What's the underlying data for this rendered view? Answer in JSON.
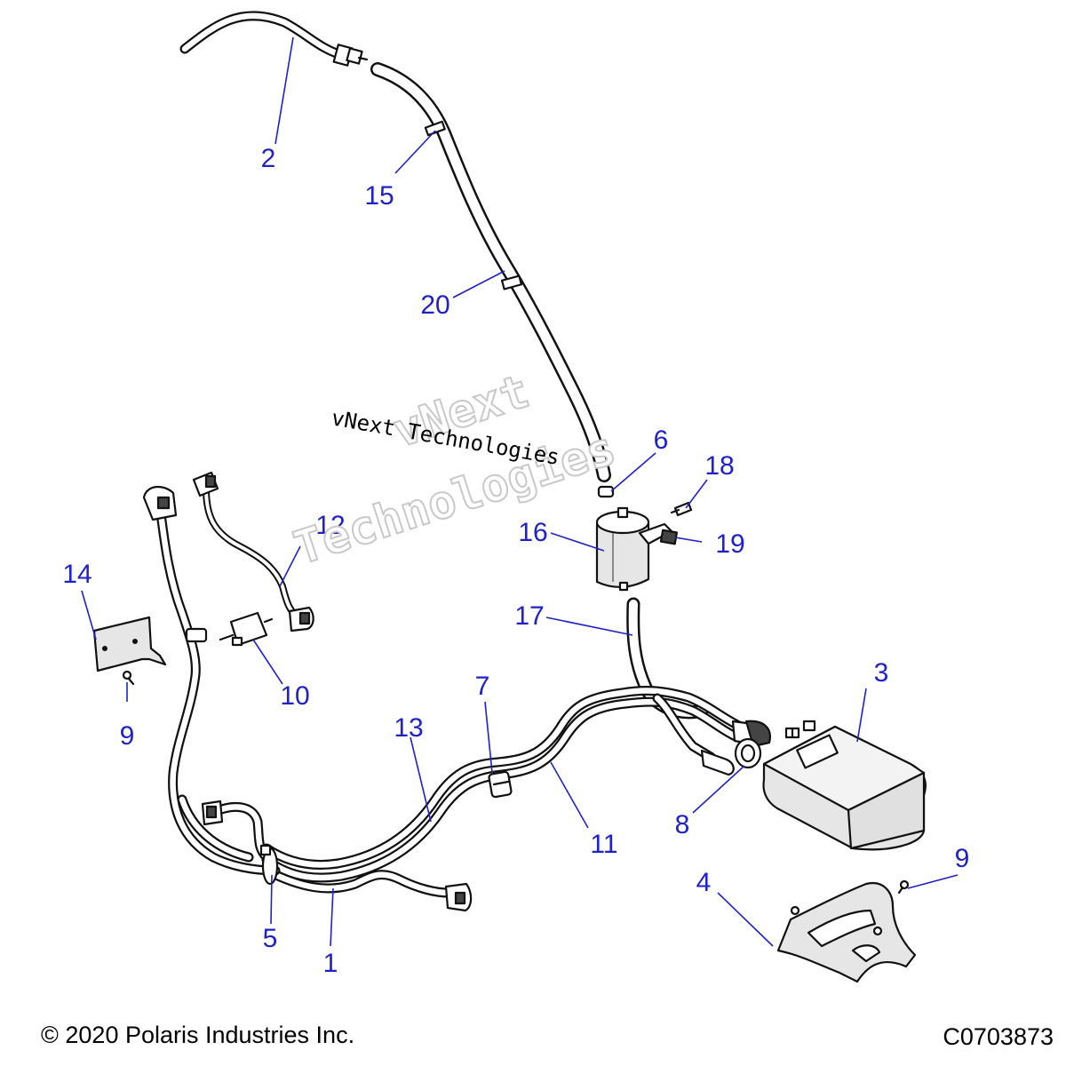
{
  "watermark": {
    "line1": "vNext Technologies",
    "ghost_line1": "vNext",
    "ghost_line2": "Technologies"
  },
  "callouts": [
    {
      "id": "1",
      "label": "1"
    },
    {
      "id": "2",
      "label": "2"
    },
    {
      "id": "3",
      "label": "3"
    },
    {
      "id": "4",
      "label": "4"
    },
    {
      "id": "5",
      "label": "5"
    },
    {
      "id": "6",
      "label": "6"
    },
    {
      "id": "7",
      "label": "7"
    },
    {
      "id": "8",
      "label": "8"
    },
    {
      "id": "9a",
      "label": "9"
    },
    {
      "id": "9b",
      "label": "9"
    },
    {
      "id": "10",
      "label": "10"
    },
    {
      "id": "11",
      "label": "11"
    },
    {
      "id": "12",
      "label": "12"
    },
    {
      "id": "13",
      "label": "13"
    },
    {
      "id": "14",
      "label": "14"
    },
    {
      "id": "15",
      "label": "15"
    },
    {
      "id": "16",
      "label": "16"
    },
    {
      "id": "17",
      "label": "17"
    },
    {
      "id": "18",
      "label": "18"
    },
    {
      "id": "19",
      "label": "19"
    },
    {
      "id": "20",
      "label": "20"
    }
  ],
  "footer": {
    "copyright": "© 2020 Polaris Industries Inc.",
    "figure_code": "C0703873"
  },
  "colors": {
    "callout": "#1f22c8",
    "line_art": "#111111",
    "background": "#ffffff"
  }
}
